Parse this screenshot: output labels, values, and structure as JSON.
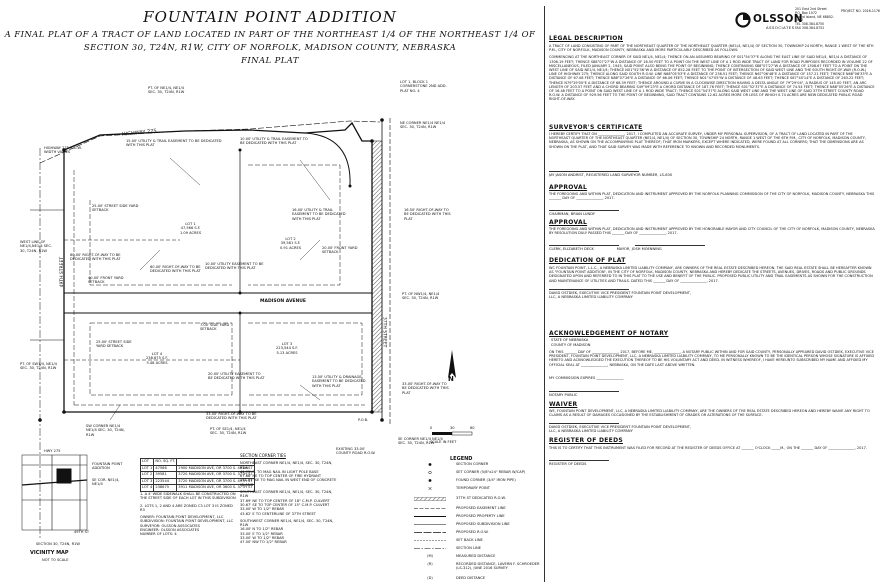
{
  "header": {
    "title": "FOUNTAIN POINT ADDITION",
    "subtitle_lines": [
      "A FINAL PLAT OF A TRACT OF LAND LOCATED IN PART OF THE NORTHEAST 1/4 OF THE NORTHEAST 1/4 OF",
      "SECTION 30, T24N, R1W, CITY OF NORFOLK, MADISON COUNTY, NEBRASKA",
      "FINAL PLAT"
    ]
  },
  "company": {
    "name": "OLSSON",
    "tagline": "ASSOCIATES",
    "address_lines": [
      "201 East 2nd Street",
      "P.O. Box 1072",
      "Grand Island, NE 68802-1072",
      "TEL 308.384.8750",
      "FAX 308.384.8752"
    ],
    "project_label": "PROJECT NO. 2016-1176"
  },
  "plat": {
    "streets": [
      "HIGHWAY 275",
      "MADISON AVENUE",
      "49TH STREET",
      "37TH STREET"
    ],
    "lots": [
      {
        "label": "LOT 1",
        "area_sf": "47,566 S.F.",
        "area_ac": "1.09 ACRES"
      },
      {
        "label": "LOT 2",
        "area_sf": "39,581 S.F.",
        "area_ac": "0.91 ACRES"
      },
      {
        "label": "LOT 3",
        "area_sf": "223,544 S.F.",
        "area_ac": "5.13 ACRES"
      },
      {
        "label": "LOT 4",
        "area_sf": "238,675 S.F.",
        "area_ac": "5.48 ACRES"
      }
    ],
    "notes": [
      "15.00' UTILITY & TRAIL EASEMENT TO BE DEDICATED WITH THIS PLAT",
      "10.00' UTILITY & TRAIL EASEMENT TO BE DEDICATED WITH THIS PLAT",
      "16.00' UTILITY & TRAIL EASEMENT TO BE DEDICATED WITH THIS PLAT",
      "25.00' STREET SIDE YARD SETBACK",
      "40.00' FRONT YARD SETBACK",
      "7.00' SIDE YARD SETBACK",
      "25.00' STREET SIDE YARD SETBACK",
      "60.00' RIGHT-OF-WAY TO BE DEDICATED WITH THIS PLAT",
      "60.00' RIGHT-OF-WAY TO BE DEDICATED WITH THIS PLAT",
      "10.00' UTILITY EASEMENT TO BE DEDICATED WITH THIS PLAT",
      "20.00' UTILITY EASEMENT TO BE DEDICATED WITH THIS PLAT",
      "13.50' UTILITY & DRAINAGE EASEMENT TO BE DEDICATED WITH THIS PLAT",
      "33.00' RIGHT-OF-WAY TO BE DEDICATED WITH THIS PLAT",
      "16.50' RIGHT-OF-WAY TO BE DEDICATED WITH THIS PLAT",
      "33.00' RIGHT-OF-WAY TO BE DEDICATED WITH THIS PLAT",
      "20.00' FRONT YARD SETBACK",
      "LOT 1, BLOCK 1 CORNERSTONE 2ND ADD. PLAT NO. 4",
      "NE CORNER NE1/4 NE1/4 SEC. 30, T24N, R1W",
      "SE CORNER NE1/4 NE1/4 SEC. 30, T24N, R1W",
      "SW CORNER NE1/4 NE1/4 SEC. 30, T24N, R1W",
      "PT. OF NE1/4, NE1/4 SEC. 30, T24N, R1W",
      "PT. OF NW1/4, NE1/4 SEC. 30, T24N, R1W",
      "PT. OF SE1/4, NE1/4 SEC. 30, T24N, R1W",
      "PT. OF SW1/4, NE1/4 SEC. 30, T24N, R1W",
      "WEST LINE OF NE1/4,NE1/4 SEC. 30, T24N, R1W",
      "HIGHWAY 275 R.O.W. WIDTH VARIES",
      "EXISTING 33.00' COUNTY ROAD R.O.W.",
      "P.O.B.",
      "SCALE IN FEET",
      "0",
      "30",
      "60"
    ],
    "north_label": "N"
  },
  "vicinity": {
    "title": "VICINITY MAP",
    "subtitle": "NOT TO SCALE",
    "labels": [
      "HWY 275",
      "FOUNTAIN POINT ADDITION",
      "SE COR. NE1/4, NE1/4",
      "SECTION 30, T24N, R1W",
      "49TH ST"
    ]
  },
  "lot_table": {
    "headers": [
      "LOT",
      "NO. SQ. FT.",
      ""
    ],
    "rows": [
      [
        "LOT 1",
        "47566",
        "2900 MADISON AVE, OR 3700 S. 49TH ST"
      ],
      [
        "LOT 2",
        "39581",
        "3720 MADISON AVE, OR 3700 S. 37TH ST"
      ],
      [
        "LOT 3",
        "223544",
        "3720 MADISON AVE, OR 3700 S. 49TH ST"
      ],
      [
        "LOT 4",
        "238675",
        "3911 MADISON AVE, OR 3600 S. 37TH ST"
      ]
    ]
  },
  "notes_list": {
    "items": [
      "1.   A 4' WIDE SIDEWALK SHALL BE CONSTRUCTED ON THE STREET SIDE OF EACH LOT IN THIS SUBDIVISION",
      "2.   LOTS 1, 2 AND 4 ARE ZONED C3 LOT 3 IS ZONED R3"
    ],
    "owner": "OWNER: FOUNTAIN POINT DEVELOPMENT, LLC",
    "subdivision": "SUBDIVISION: FOUNTAIN POINT DEVELOPMENT, LLC",
    "surveyor": "SURVEYOR: OLSSON ASSOCIATES",
    "engineer": "ENGINEER: OLSSON ASSOCIATES",
    "lots_count": "NUMBER OF LOTS: 4"
  },
  "section_ties": {
    "title": "SECTION CORNER TIES",
    "blocks": [
      {
        "heading": "NORTHEAST CORNER NE1/4, NE1/4, SEC. 30, T24N, R1W",
        "lines": [
          "41.95' S. TO MAG NAIL IN LIGHT POLE BASE",
          "67.68' NE TO TOP CENTER OF FIRE HYDRANT",
          "111.01' SE TO MAG NAIL IN WEST END OF CONCRETE ISLAND"
        ]
      },
      {
        "heading": "SOUTHEAST CORNER NE1/4, NE1/4, SEC. 30, T24N, R1W",
        "lines": [
          "37.69' NE TO TOP CENTER OF 18\" C.M.P. CULVERT",
          "30.67' SE TO TOP CENTER OF 15\" C.M.P. CULVERT",
          "33.00' W TO 1/2\" REBAR",
          "43.62' E TO CENTERLINE OF 37TH STREET"
        ]
      },
      {
        "heading": "SOUTHWEST CORNER NE1/4, NE1/4, SEC. 30, T24N, R1W",
        "lines": [
          "16.00' N TO 1/2\" REBAR",
          "33.00' E TO 1/2\" REBAR",
          "33.00' W TO 1/2\" REBAR",
          "47.00' NW TO 1/2\" REBAR"
        ]
      }
    ]
  },
  "legend": {
    "title": "LEGEND",
    "items": [
      "SECTION CORNER",
      "SET CORNER (5/8\"x24\" REBAR W/CAP)",
      "FOUND CORNER (3/4\" IRON PIPE)",
      "TEMPORARY POINT",
      "37TH ST DEDICATED R.O.W.",
      "PROPOSED EASEMENT LINE",
      "PROPOSED PROPERTY LINE",
      "PROPOSED SUBDIVISION LINE",
      "PROPOSED R.O.W.",
      "SET BACK LINE",
      "SECTION LINE",
      "MEASURED DISTANCE",
      "RECORDED DISTANCE, LAVERN F. SCHROEDER (LS-312), JUNE 2016 SURVEY",
      "DEED DISTANCE"
    ]
  },
  "right_panel": {
    "legal_heading": "LEGAL DESCRIPTION",
    "legal_paragraphs": [
      "A TRACT OF LAND CONSISTING OF PART OF THE NORTHEAST QUARTER OF THE NORTHEAST QUARTER (NE1/4, NE1/4) OF SECTION 30, TOWNSHIP 24 NORTH, RANGE 1 WEST OF THE 6TH P.M., CITY OF NORFOLK, MADISON COUNTY, NEBRASKA AND MORE PARTICULARLY DESCRIBED AS FOLLOWS:",
      "COMMENCING AT THE NORTHEAST CORNER OF SAID NE1/4, NE1/4; THENCE ON AN ASSUMED BEARING OF S01°54'37\"E ALONG THE EAST LINE OF SAID NE1/4, NE1/4 A DISTANCE OF 1306.19 FEET; THENCE S88°07'27\"W A DISTANCE OF 16.50 FEET TO A POINT ON THE WEST LINE OF A 1 ROD WIDE TRACT OF LAND FOR ROAD PURPOSES RECORDED IN VOLUME 22 OF MISCELLANEOUS, FILED JANUARY 2, 1945, SAID POINT ALSO BEING THE POINT OF BEGINNING; THENCE CONTINUING S88°07'27\"W A DISTANCE OF 1308.67 FEET TO A POINT ON THE WEST LINE OF SAID NE1/4, NE1/4; THENCE N01°52'36\"W A DISTANCE OF 852.28 FEET TO THE POINT OF INTERSECTION OF SAID WEST LINE AND THE SOUTH RIGHT-OF-WAY (R.O.W.) LINE OF HIGHWAY 275; THENCE ALONG SAID SOUTH R.O.W. LINE N68°05'53\"E A DISTANCE OF 236.51 FEET; THENCE N67°06'48\"E A DISTANCE OF 157.21 FEET; THENCE N68°06'33\"E A DISTANCE OF 67.08 FEET; THENCE N88°07'26\"E A DISTANCE OF 66.06 FEET; THENCE N01°47'05\"W A DISTANCE OF 48.63 FEET; THENCE S87°40'14\"E A DISTANCE OF 263.22 FEET; THENCE N79°29'05\"E A DISTANCE OF 68.39 FEET; THENCE AROUND A CURVE IN A CLOCKWISE DIRECTION HAVING A DELTA ANGLE OF 79°29'04\", A RADIUS OF 145.00 FEET, AN ARC LENGTH OF 203.57 FEET AND A CHORD BEARING S49°09'23\"E A CHORD DISTANCE OF 187.76 FEET; THENCE S01°52'37\"E A DISTANCE OF 74.54 FEET; THENCE N88°05'26\"E A DISTANCE OF 16.48 FEET TO A POINT ON SAID WEST LINE OF A 1 ROD WIDE TRACT; THENCE S01°54'37\"E ALONG SAID WEST LINE AND THE WEST LINE OF SAID 37TH STREET COUNTY ROAD R.O.W. A DISTANCE OF 929.56 FEET TO THE POINT OF BEGINNING, SAID TRACT CONTAINS 12.62 ACRES MORE OR LESS OF WHICH 0.74 ACRES ARE NEW DEDICATED PUBLIC ROAD RIGHT-OF-WAY."
    ],
    "surveyor_heading": "SURVEYOR'S CERTIFICATE",
    "surveyor_text": "I HEREBY CERTIFY THAT ON _______________, 2017, I COMPLETED AN ACCURATE SURVEY, UNDER MY PERSONAL SUPERVISION, OF A TRACT OF LAND LOCATED IN PART OF THE NORTHEAST QUARTER OF THE NORTHEAST QUARTER (NE1/4, NE1/4) OF SECTION 30, TOWNSHIP 24 NORTH, RANGE 1 WEST OF THE 6TH P.M., CITY OF NORFOLK, MADISON COUNTY, NEBRASKA, AS SHOWN ON THE ACCOMPANYING PLAT THEREOF; THAT IRON MARKERS, EXCEPT WHERE INDICATED, WERE FOUND AT ALL CORNERS; THAT THE DIMENSIONS ARE AS SHOWN ON THE PLAT, AND THAT SAID SURVEY WAS MADE WITH REFERENCE TO KNOWN AND RECORDED MONUMENTS.",
    "surveyor_sig": "JAY JASON ANDRIST, REGISTERED LAND SURVEYOR NUMBER, LS-630",
    "approval1_heading": "APPROVAL",
    "approval1_text": "THE FOREGOING AND WITHIN PLAT, DEDICATION AND INSTRUMENT APPROVED BY THE NORFOLK PLANNING COMMISSION OF THE CITY OF NORFOLK, MADISON COUNTY, NEBRASKA THIS _______ DAY OF _______________, 2017.",
    "approval1_sig": "CHAIRMAN, BRIAN LUNDY",
    "approval2_heading": "APPROVAL",
    "approval2_text": "THE FOREGOING AND WITHIN PLAT, DEDICATION AND INSTRUMENT APPROVED BY THE HONORABLE MAYOR AND CITY COUNCIL OF THE CITY OF NORFOLK, MADISON COUNTY, NEBRASKA BY RESOLUTION DULY PASSED THIS _______ DAY OF _______________, 2017.",
    "approval2_sig": "CLERK, ELIZABETH DECK                    MAYOR, JOSH MOENNING",
    "dedication_heading": "DEDICATION OF PLAT",
    "dedication_text": "WC FOUNTAIN POINT, L.L.C., A NEBRASKA LIMITED LIABILITY COMPANY, ARE OWNERS OF THE REAL ESTATE DESCRIBED HEREON. THE SAID REAL ESTATE SHALL BE HEREAFTER KNOWN AS \"FOUNTAIN POINT ADDITION\", IN THE CITY OF NORFOLK, MADISON COUNTY, NEBRASKA AND HEREBY DEDICATE THE STREETS, AVENUES, DRIVES, ROADS AND PUBLIC GROUNDS DESIGNATED UPON AND REFERRED TO IN THIS PLAT TO THE USE AND BENEFIT OF THE PUBLIC. PROPOSED PUBLIC UTILITY AND TRAIL EASEMENTS AS SHOWN FOR THE CONSTRUCTION AND MAINTENANCE OF UTILITIES AND TRAILS. DATED THIS _______ DAY OF _______________, 2017.",
    "dedication_sig": "DAVID OSTDIEK, EXECUTIVE VICE PRESIDENT FOUNTAIN POINT DEVELOPMENT, LLC, A NEBRASKA LIMITED LIABILITY COMPANY",
    "notary_heading": "ACKNOWLEDGEMENT OF NOTARY",
    "notary_state": "STATE OF NEBRASKA",
    "notary_county": "COUNTY OF MADISON",
    "notary_text": "ON THIS _______ DAY OF _______________, 2017, BEFORE ME, _______________, A NOTARY PUBLIC WITHIN AND FOR SAID COUNTY, PERSONALLY APPEARED DAVID OSTDIEK, EXECUTIVE VICE PRESIDENT, FOUNTAIN POINT DEVELOPMENT, LLC, A NEBRASKA LIMITED LIABILITY COMPANY, TO ME PERSONALLY KNOWN TO BE THE IDENTICAL PERSON WHOSE SIGNATURE IS AFFIXED HERETO AND ACKNOWLEDGED THE EXECUTION THEREOF TO BE HIS VOLUNTARY ACT AND DEED. IN WITNESS WHEREOF, I HAVE HEREUNTO SUBSCRIBED MY NAME AND AFFIXED MY OFFICIAL SEAL AT _______________, NEBRASKA, ON THE DATE LAST ABOVE WRITTEN.",
    "notary_expires": "MY COMMISSION EXPIRES _______________",
    "notary_sig": "NOTARY PUBLIC",
    "waiver_heading": "WAIVER",
    "waiver_text": "WE, FOUNTAIN POINT DEVELOPMENT, LLC, A NEBRASKA LIMITED LIABILITY COMPANY, ARE THE OWNERS OF THE REAL ESTATE DESCRIBED HEREON AND HEREBY WAIVE ANY RIGHT TO CLAIMS AS A RESULT OF DAMAGES OCCASIONED BY THE ESTABLISHMENT OF GRADES OR ALTERATIONS OF THE SURFACE.",
    "waiver_sig": "DAVID OSTDIEK, EXECUTIVE VICE PRESIDENT FOUNTAIN POINT DEVELOPMENT, LLC, A NEBRASKA LIMITED LIABILITY COMPANY",
    "deeds_heading": "REGISTER OF DEEDS",
    "deeds_text": "THIS IS TO CERTIFY THAT THIS INSTRUMENT WAS FILED FOR RECORD AT THE REGISTER OF DEEDS OFFICE AT _______ O'CLOCK _____M., ON THE _______ DAY OF _______________, 2017.",
    "deeds_sig": "REGISTER OF DEEDS"
  }
}
